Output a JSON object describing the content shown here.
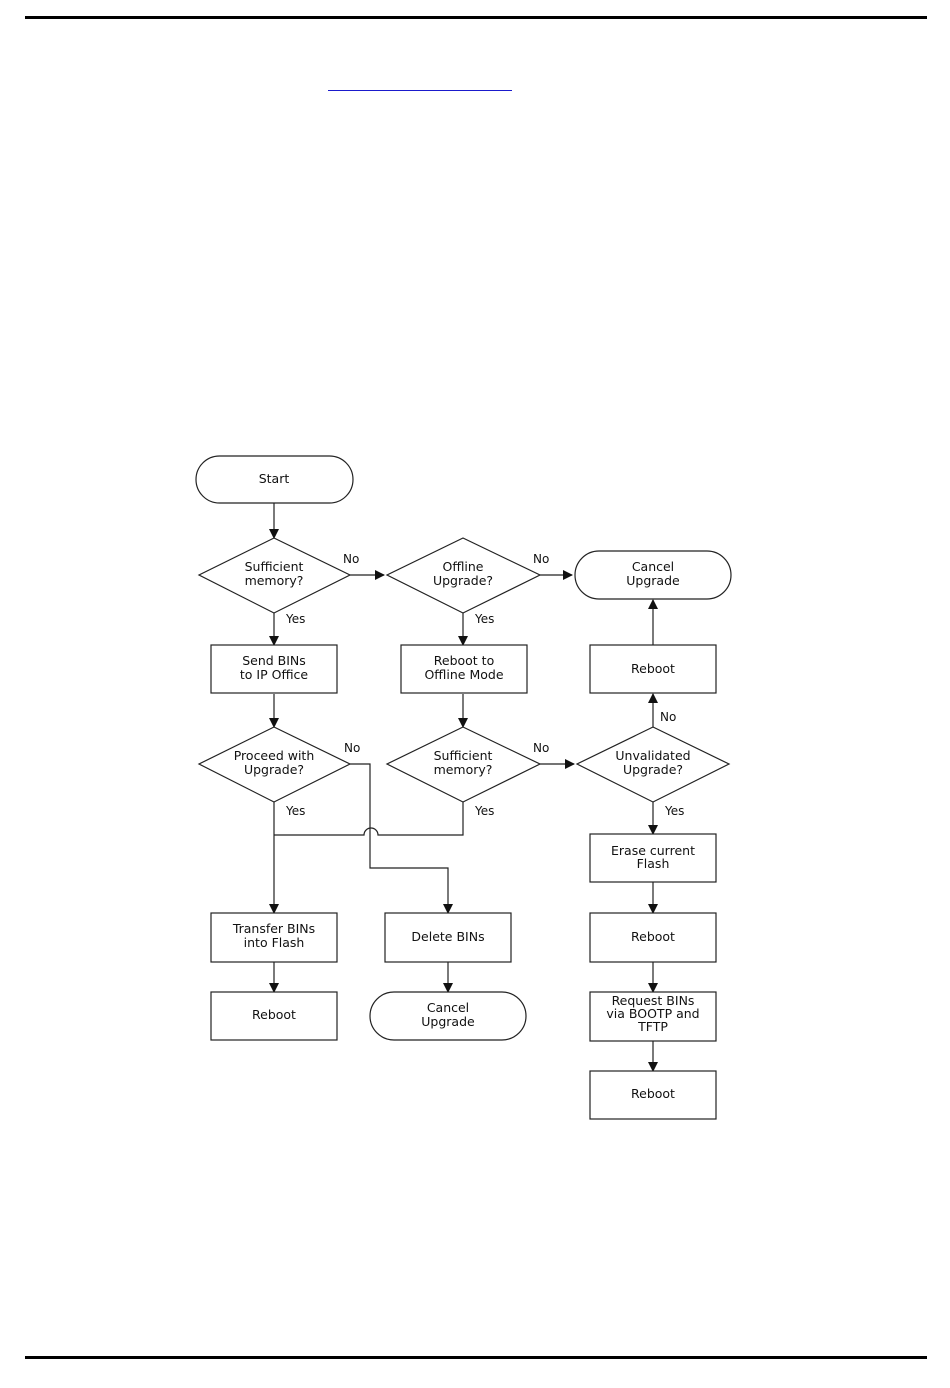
{
  "flowchart": {
    "start": "Start",
    "check_memory_1": [
      "Sufficient",
      "memory?"
    ],
    "offline_upgrade": [
      "Offline",
      "Upgrade?"
    ],
    "cancel_upgrade_1": [
      "Cancel",
      "Upgrade"
    ],
    "send_bins": [
      "Send BINs",
      "to IP Office"
    ],
    "reboot_offline": [
      "Reboot to",
      "Offline Mode"
    ],
    "reboot_1": "Reboot",
    "proceed_upgrade": [
      "Proceed with",
      "Upgrade?"
    ],
    "check_memory_2": [
      "Sufficient",
      "memory?"
    ],
    "unvalidated_upgrade": [
      "Unvalidated",
      "Upgrade?"
    ],
    "erase_flash": [
      "Erase current",
      "Flash"
    ],
    "transfer_bins": [
      "Transfer BINs",
      "into Flash"
    ],
    "delete_bins": "Delete BINs",
    "reboot_2": "Reboot",
    "reboot_3": "Reboot",
    "cancel_upgrade_2": [
      "Cancel",
      "Upgrade"
    ],
    "request_bins": [
      "Request BINs",
      "via BOOTP and",
      "TFTP"
    ],
    "reboot_4": "Reboot",
    "yes": "Yes",
    "no": "No"
  }
}
